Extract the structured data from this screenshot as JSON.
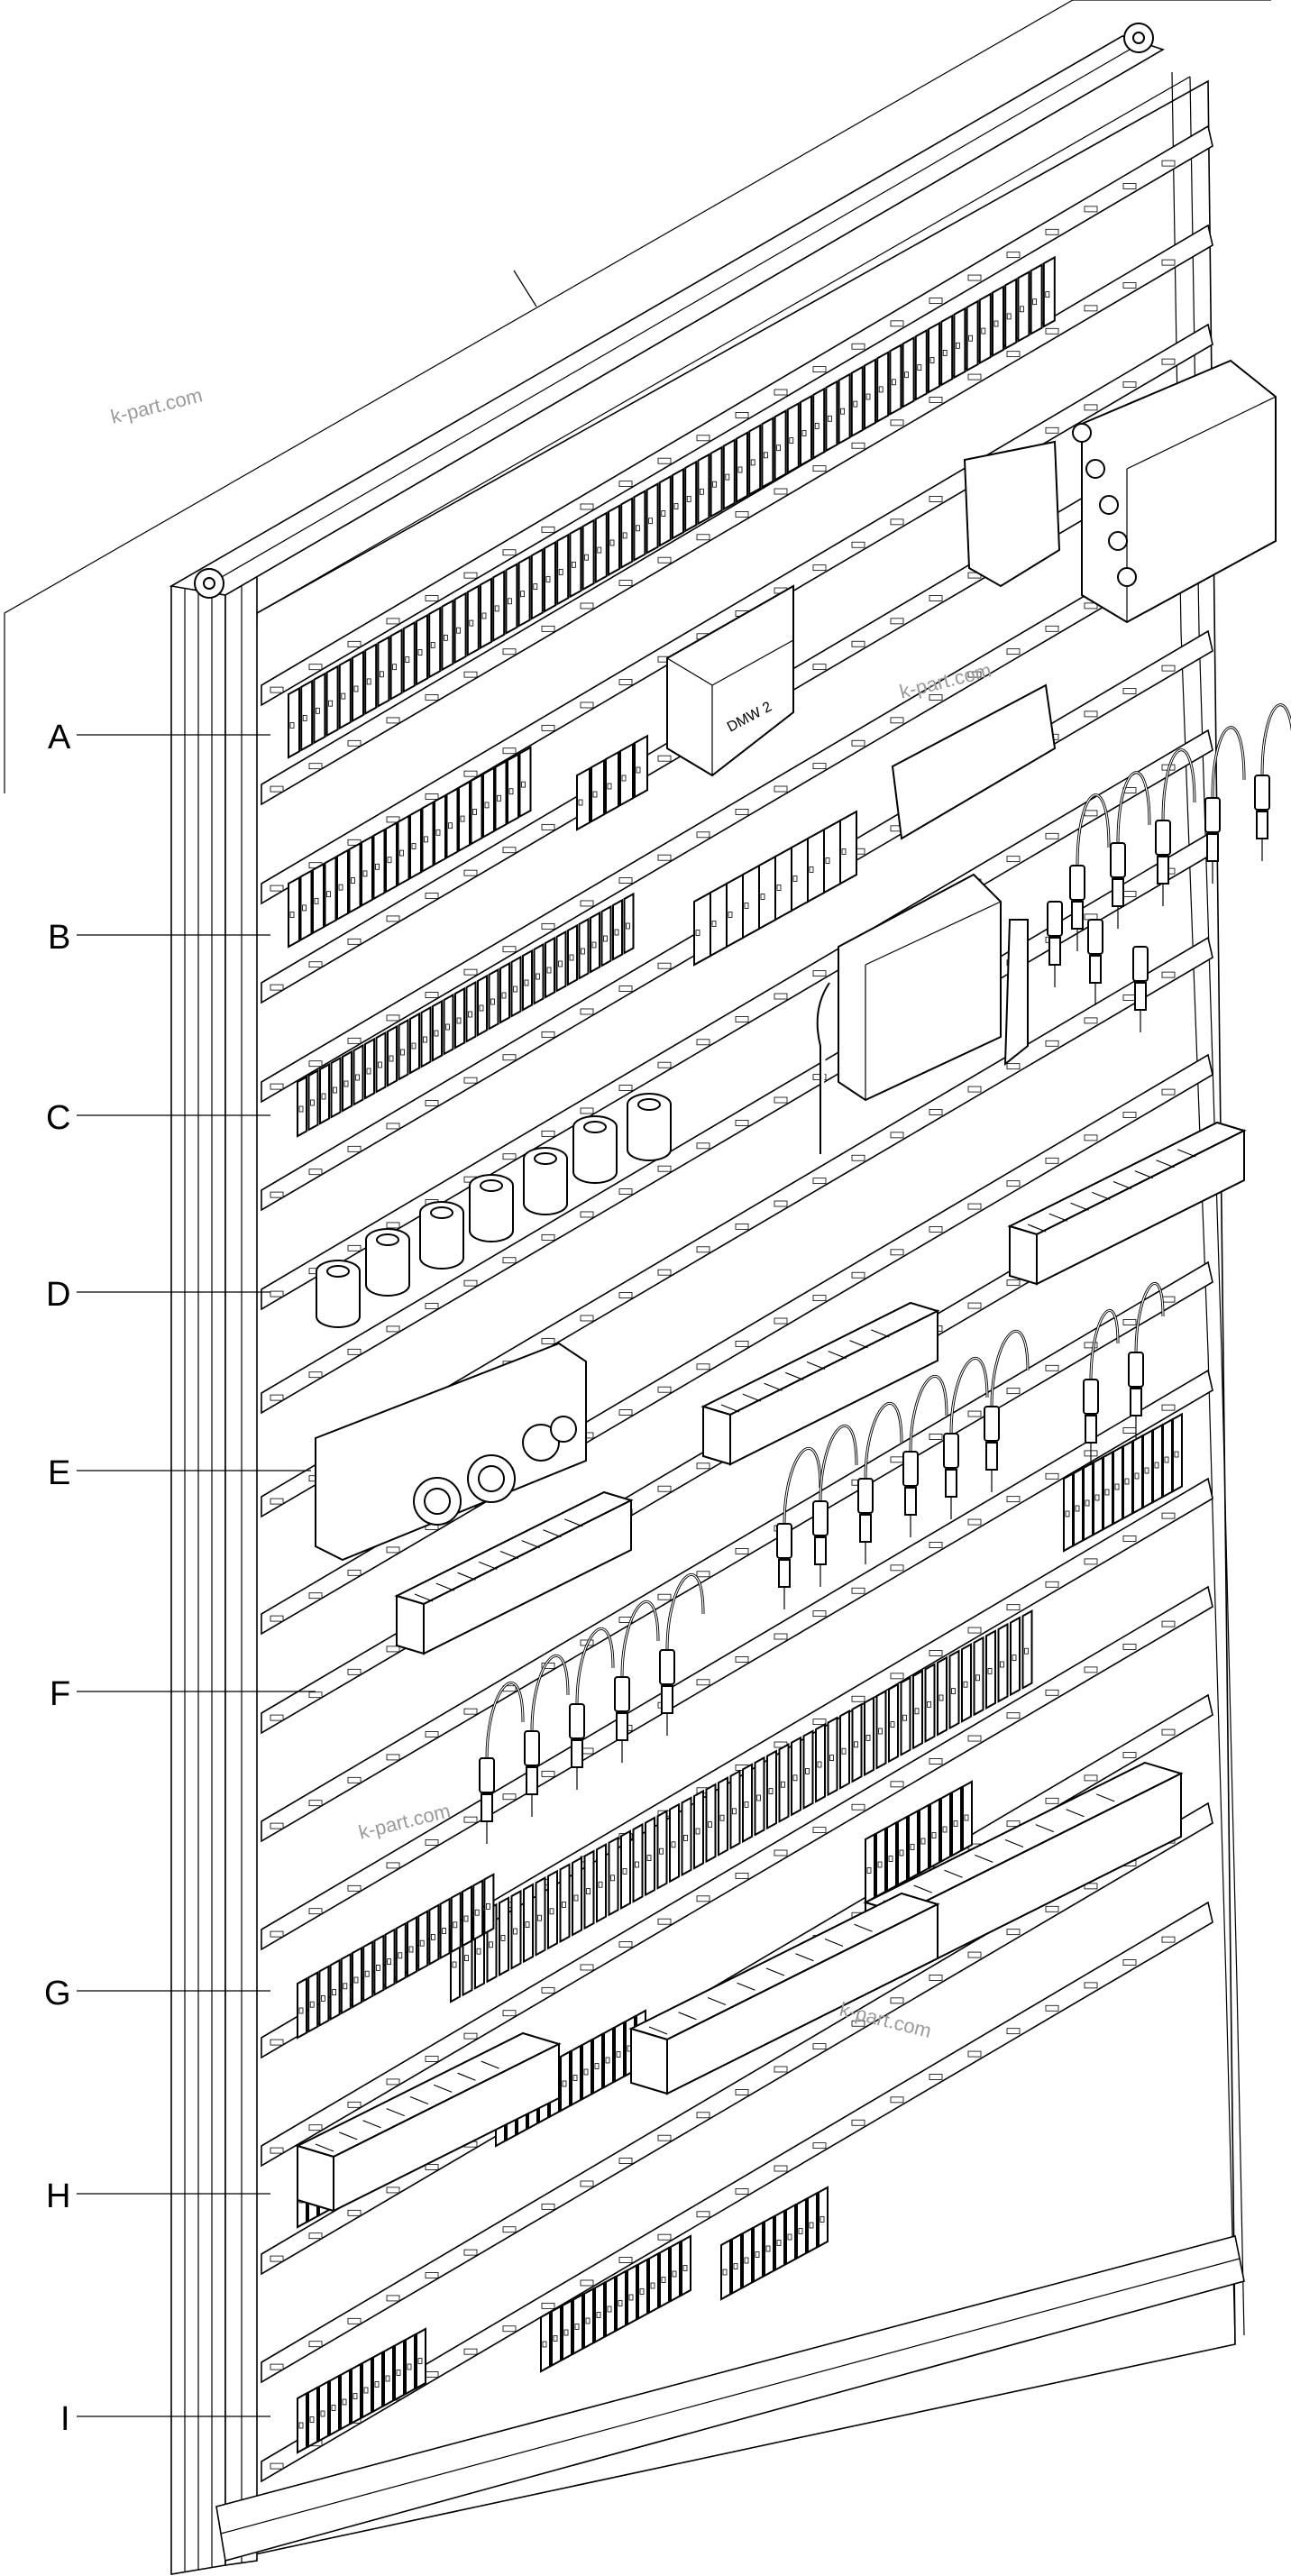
{
  "labels": {
    "A": "A",
    "B": "B",
    "C": "C",
    "D": "D",
    "E": "E",
    "F": "F",
    "G": "G",
    "H": "H",
    "I": "I"
  },
  "watermarks": [
    "k-part.com",
    "k-part.com",
    "k-part.com",
    "k-part.com"
  ],
  "device_text": "DMW 2"
}
